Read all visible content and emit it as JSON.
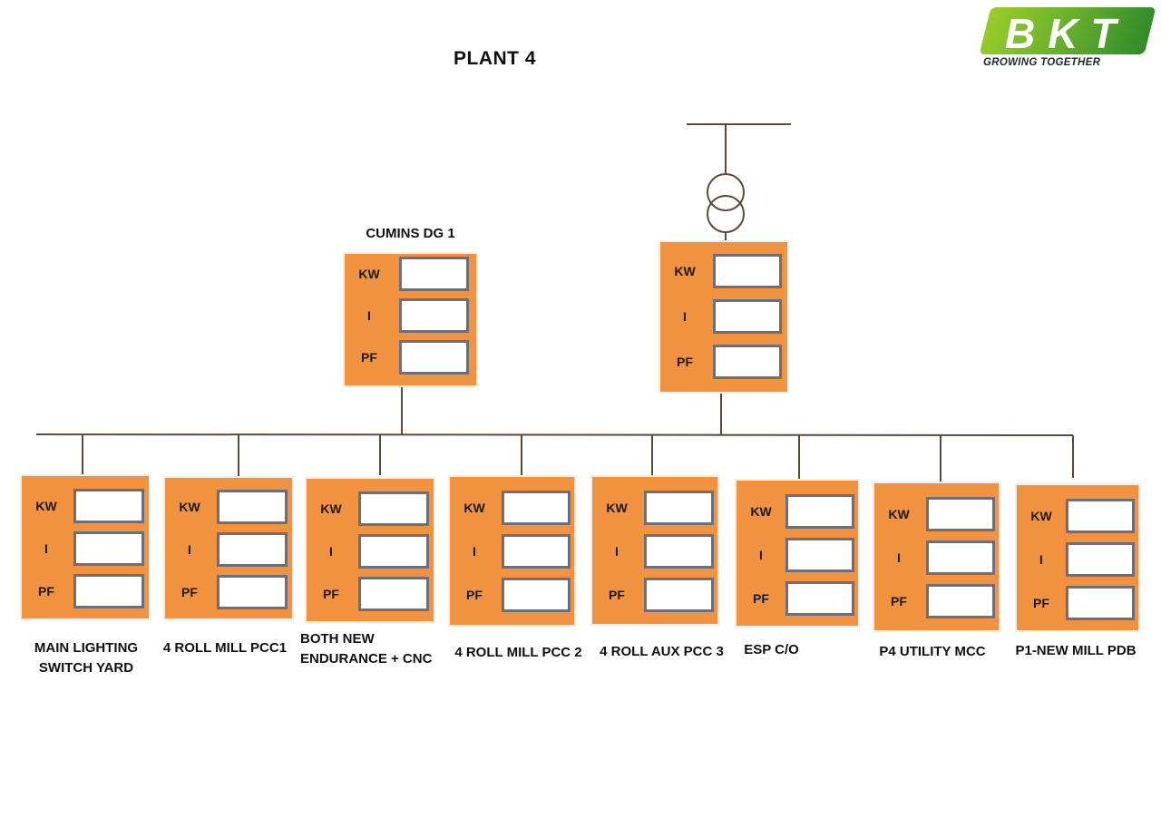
{
  "title": "PLANT  4",
  "logo": {
    "text": "BKT",
    "tagline": "GROWING TOGETHER",
    "color": "#6cb32c"
  },
  "colors": {
    "panel": "#f0923f",
    "line": "#5a4a3a",
    "box_border": "#6e6e78"
  },
  "meter_labels": {
    "kw": "KW",
    "i": "I",
    "pf": "PF"
  },
  "sources": {
    "dg": {
      "name": "CUMINS DG  1"
    },
    "transformer": {
      "name": ""
    }
  },
  "feeders": [
    {
      "name": "MAIN LIGHTING SWITCH YARD"
    },
    {
      "name": "4 ROLL MILL PCC1"
    },
    {
      "name": "BOTH  NEW ENDURANCE + CNC"
    },
    {
      "name": "4 ROLL MILL PCC 2"
    },
    {
      "name": "4 ROLL AUX PCC 3"
    },
    {
      "name": "ESP C/O"
    },
    {
      "name": "P4 UTILITY MCC"
    },
    {
      "name": "P1-NEW MILL PDB"
    }
  ]
}
